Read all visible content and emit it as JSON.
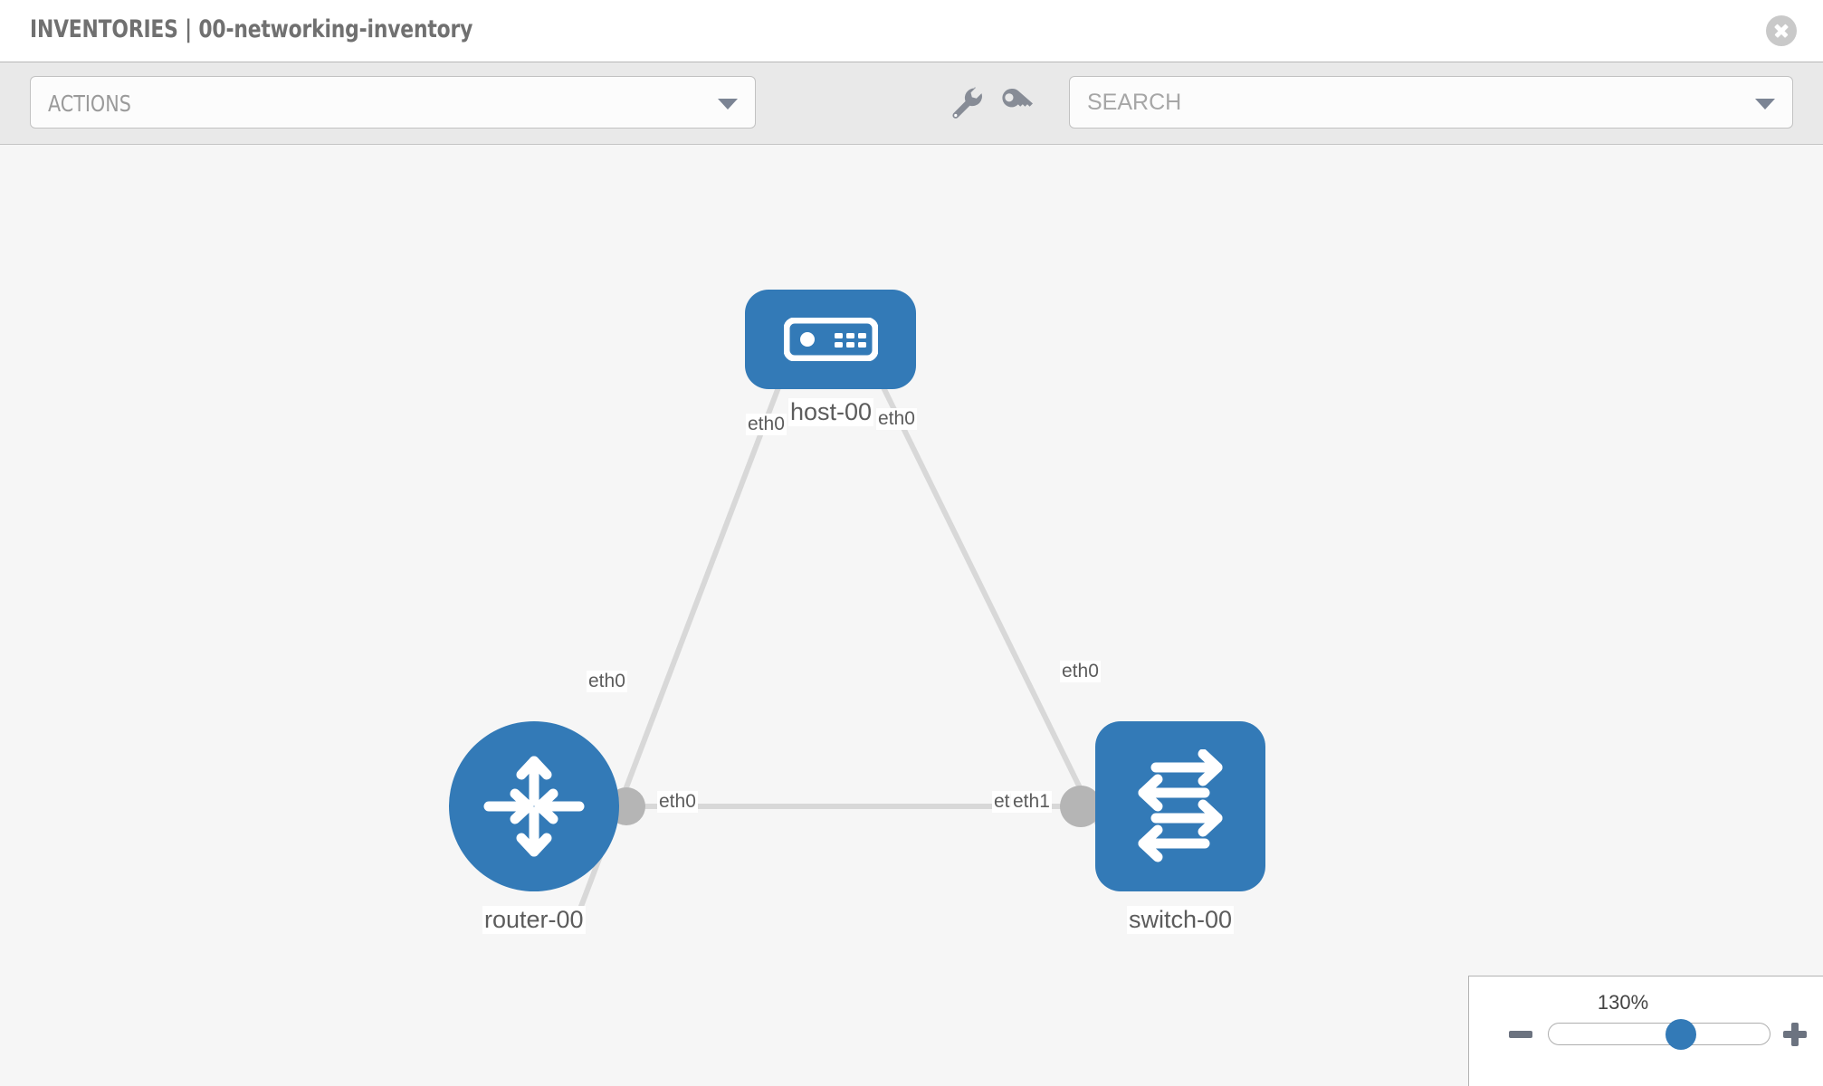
{
  "header": {
    "title": "INVENTORIES | 00-networking-inventory",
    "close_icon": "close-circle-icon"
  },
  "toolbar": {
    "actions_label": "ACTIONS",
    "actions_caret_icon": "chevron-down-icon",
    "wrench_icon": "wrench-icon",
    "key_icon": "key-icon",
    "search_placeholder": "SEARCH",
    "search_caret_icon": "chevron-down-icon"
  },
  "topology": {
    "background_color": "#f6f6f6",
    "node_color": "#337ab7",
    "link_color": "#d8d8d8",
    "connector_color": "#b5b5b5",
    "nodes": [
      {
        "id": "host",
        "label": "host-00",
        "icon": "server-device-icon",
        "shape": "rounded-rect"
      },
      {
        "id": "router",
        "label": "router-00",
        "icon": "router-arrows-icon",
        "shape": "circle"
      },
      {
        "id": "switch",
        "label": "switch-00",
        "icon": "switch-arrows-icon",
        "shape": "rounded-square"
      }
    ],
    "edge_labels": {
      "host_left": "eth0",
      "host_right": "eth0",
      "router_top": "eth0",
      "router_right": "eth0",
      "switch_top": "eth0",
      "switch_left_a": "eth0",
      "switch_left_b": "eth1"
    }
  },
  "zoom_control": {
    "value": "130%",
    "minus_icon": "minus-icon",
    "plus_icon": "plus-icon",
    "thumb_position_percent": 60
  }
}
